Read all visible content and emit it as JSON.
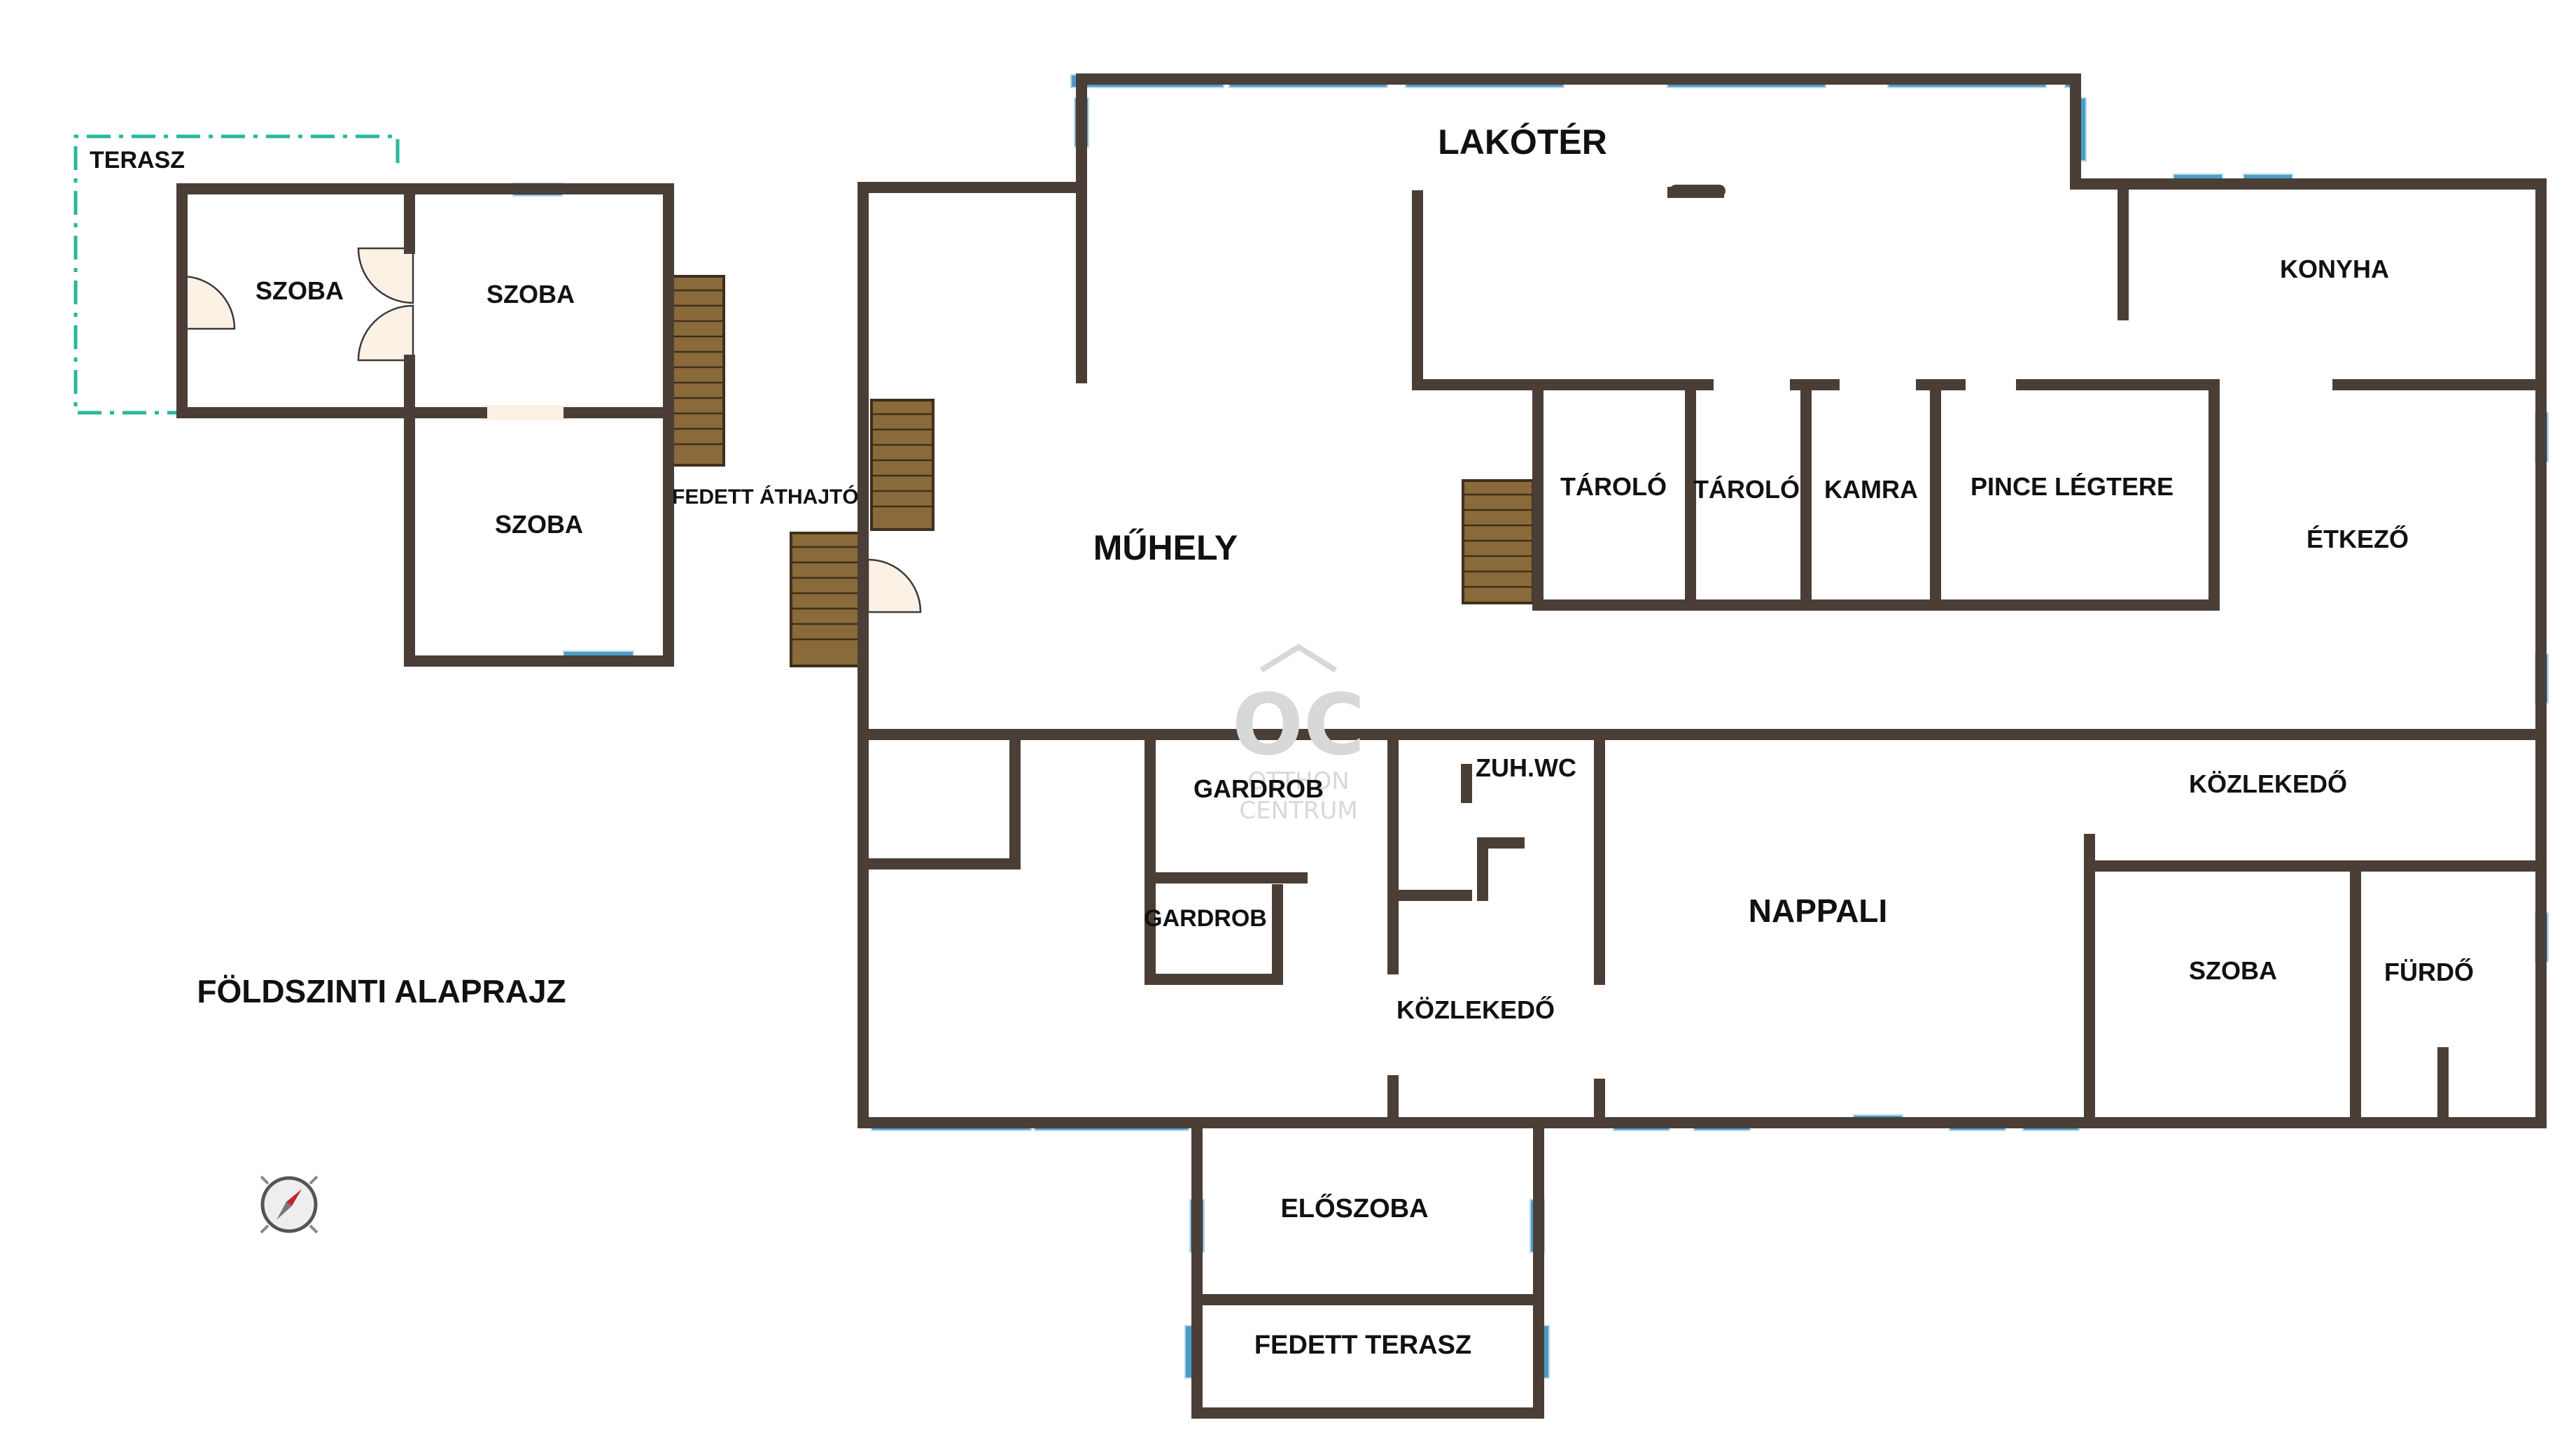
{
  "plan_title": "FÖLDSZINTI ALAPRAJZ",
  "colors": {
    "wall": "#4a3e37",
    "window": "#4a9dc9",
    "stairs": "#8a6a3a",
    "terrace_outline": "#27b89a",
    "door_fill": "#fbf1e4"
  },
  "rooms": {
    "terasz": "TERASZ",
    "szoba_1": "SZOBA",
    "szoba_2": "SZOBA",
    "szoba_3": "SZOBA",
    "fedett_athajto": "FEDETT ÁTHAJTÓ",
    "lakoter": "LAKÓTÉR",
    "konyha": "KONYHA",
    "muhely": "MŰHELY",
    "tarolo_1": "TÁROLÓ",
    "tarolo_2": "TÁROLÓ",
    "kamra": "KAMRA",
    "pince_legtere": "PINCE LÉGTERE",
    "etkezo": "ÉTKEZŐ",
    "gardrob_1": "GARDROB",
    "gardrob_2": "GARDROB",
    "zuh_wc": "ZUH.WC",
    "kozlekedo_1": "KÖZLEKEDŐ",
    "kozlekedo_2": "KÖZLEKEDŐ",
    "nappali": "NAPPALI",
    "szoba_4": "SZOBA",
    "furdo": "FÜRDŐ",
    "eloszoba": "ELŐSZOBA",
    "fedett_terasz": "FEDETT TERASZ"
  },
  "watermark": {
    "logo": "OC",
    "line1": "OTTHON",
    "line2": "CENTRUM"
  },
  "compass_icon": "compass-icon"
}
